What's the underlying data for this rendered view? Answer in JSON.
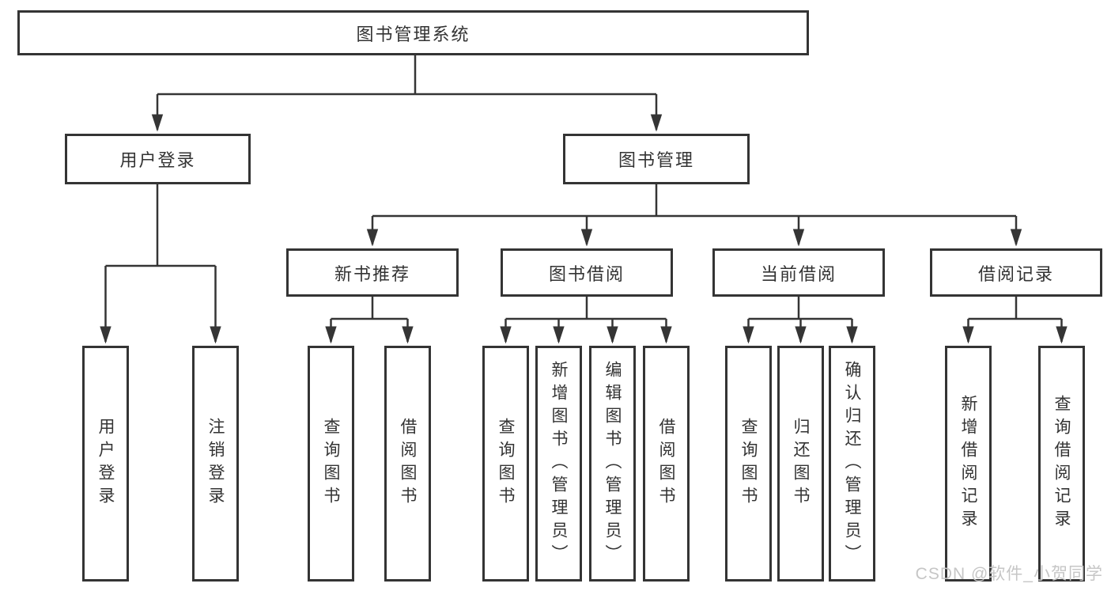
{
  "diagram": {
    "root": "图书管理系统",
    "l2": [
      "用户登录",
      "图书管理"
    ],
    "l3": [
      "新书推荐",
      "图书借阅",
      "当前借阅",
      "借阅记录"
    ],
    "leaves": {
      "login": [
        "用户登录",
        "注销登录"
      ],
      "newbook": [
        "查询图书",
        "借阅图书"
      ],
      "borrow": [
        "查询图书",
        "新增图书（管理员）",
        "编辑图书（管理员）",
        "借阅图书"
      ],
      "current": [
        "查询图书",
        "归还图书",
        "确认归还（管理员）"
      ],
      "history": [
        "新增借阅记录",
        "查询借阅记录"
      ]
    }
  },
  "watermark": "CSDN @软件_小贺同学",
  "colors": {
    "line": "#353535",
    "border": "#343434",
    "text": "#333333",
    "watermark": "#c6c6c6",
    "background": "#ffffff"
  }
}
